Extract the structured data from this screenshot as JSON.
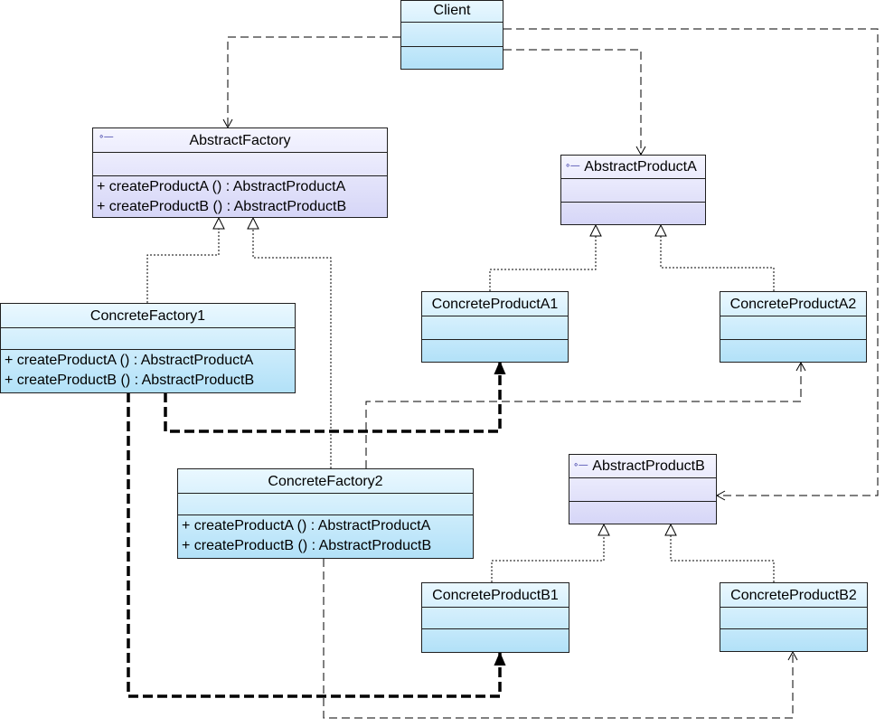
{
  "classes": {
    "client": {
      "name": "Client"
    },
    "abstract_factory": {
      "name": "AbstractFactory",
      "ops": [
        "+  createProductA ()  : AbstractProductA",
        "+  createProductB ()  : AbstractProductB"
      ]
    },
    "abstract_product_a": {
      "name": "AbstractProductA"
    },
    "abstract_product_b": {
      "name": "AbstractProductB"
    },
    "concrete_factory_1": {
      "name": "ConcreteFactory1",
      "ops": [
        "+  createProductA ()  : AbstractProductA",
        "+  createProductB ()  : AbstractProductB"
      ]
    },
    "concrete_factory_2": {
      "name": "ConcreteFactory2",
      "ops": [
        "+  createProductA ()  : AbstractProductA",
        "+  createProductB ()  : AbstractProductB"
      ]
    },
    "concrete_product_a1": {
      "name": "ConcreteProductA1"
    },
    "concrete_product_a2": {
      "name": "ConcreteProductA2"
    },
    "concrete_product_b1": {
      "name": "ConcreteProductB1"
    },
    "concrete_product_b2": {
      "name": "ConcreteProductB2"
    }
  },
  "colors": {
    "interface_fill": "#d6d6f7",
    "concrete_fill": "#b2e1f8",
    "line": "#000000"
  },
  "icons": {
    "interface_marker": "interface-icon"
  }
}
